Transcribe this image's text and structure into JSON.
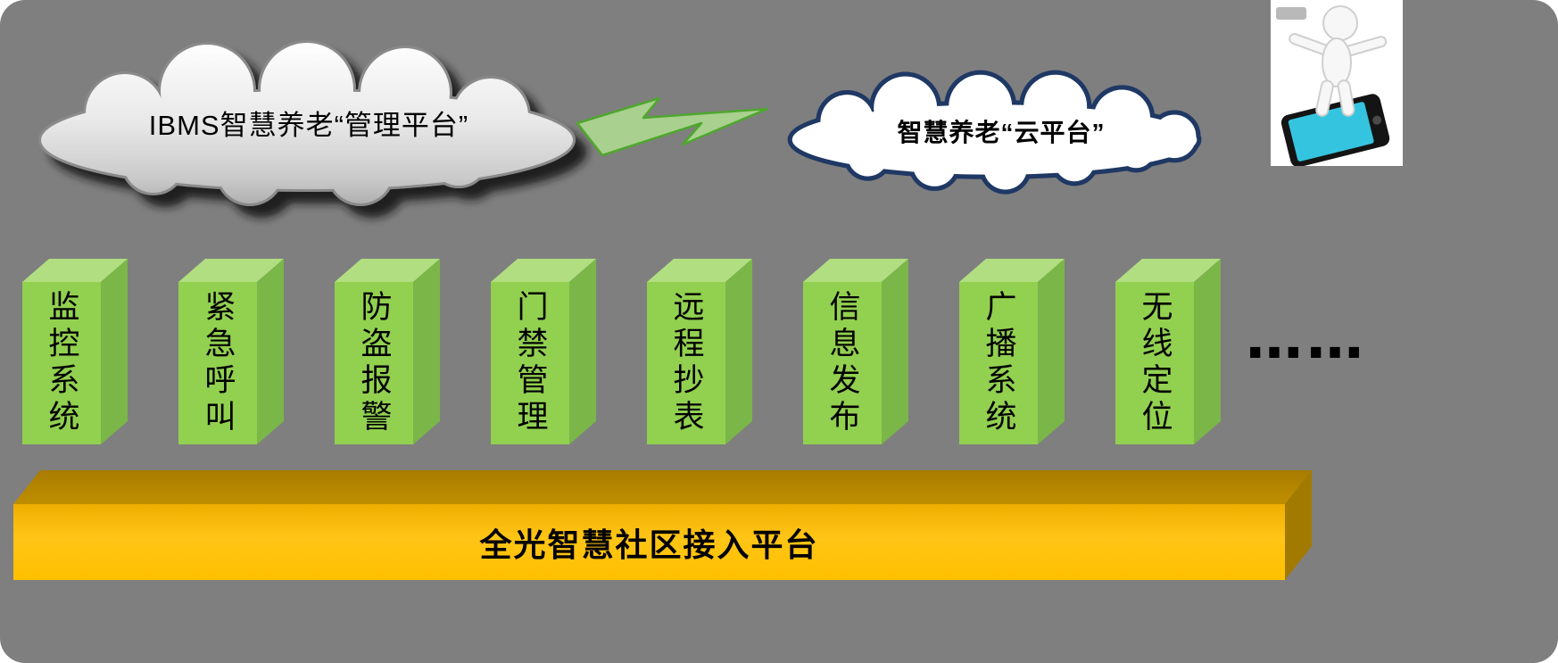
{
  "clouds": {
    "left": {
      "label": "IBMS智慧养老“管理平台”"
    },
    "right": {
      "label": "智慧养老“云平台”"
    }
  },
  "connector": {
    "icon": "lightning-bolt-icon",
    "fill": "#A9D08E",
    "stroke": "#4EA72E"
  },
  "modules": [
    {
      "label": "监控系统"
    },
    {
      "label": "紧急呼叫"
    },
    {
      "label": "防盗报警"
    },
    {
      "label": "门禁管理"
    },
    {
      "label": "远程抄表"
    },
    {
      "label": "信息发布"
    },
    {
      "label": "广播系统"
    },
    {
      "label": "无线定位"
    }
  ],
  "ellipsis": "……",
  "platform": {
    "label": "全光智慧社区接入平台"
  },
  "icons": {
    "person_on_phone": "person-standing-on-smartphone"
  },
  "colors": {
    "background": "#7F7F7F",
    "module_front": "#92D050",
    "module_top": "#B1DE81",
    "module_side": "#7AB648",
    "platform_front": "#FFC000",
    "platform_dark": "#BF8F00",
    "right_cloud_outline": "#1F3864",
    "phone_screen": "#35C4DF"
  }
}
